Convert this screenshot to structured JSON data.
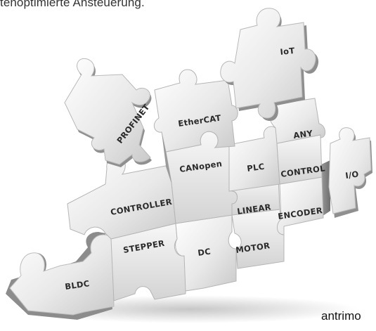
{
  "header": {
    "text": "tenoptimierte Ansteuerung."
  },
  "footer": {
    "text": "antrimo"
  },
  "puzzle": {
    "labels": {
      "profinet": "PROFINET",
      "ethercat": "EtherCAT",
      "iot": "IoT",
      "any": "ANY",
      "canopen": "CANopen",
      "plc": "PLC",
      "control": "CONTROL",
      "io": "I/O",
      "controller": "CONTROLLER",
      "linear": "LINEAR",
      "encoder": "ENCODER",
      "stepper": "STEPPER",
      "dc": "DC",
      "motor": "MOTOR",
      "bldc": "BLDC"
    }
  }
}
